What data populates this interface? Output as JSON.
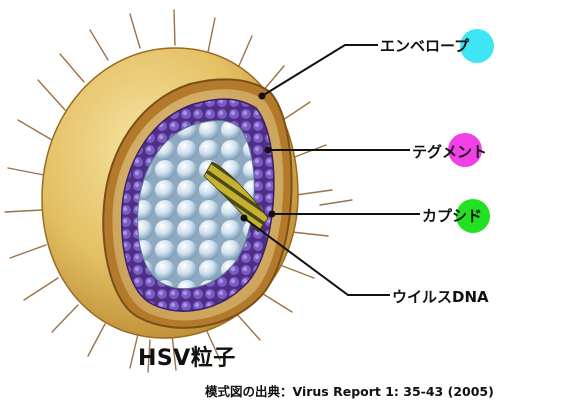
{
  "diagram": {
    "labels": {
      "envelope": "エンベロープ",
      "tegument": "テグメント",
      "capsid": "カプシド",
      "dna": "ウイルスDNA"
    },
    "highlight_colors": {
      "envelope": "#3ee6f5",
      "tegument": "#f040e6",
      "capsid": "#22e022"
    },
    "title": "HSV粒子",
    "source": "模式図の出典：Virus Report 1: 35-43 (2005)"
  }
}
